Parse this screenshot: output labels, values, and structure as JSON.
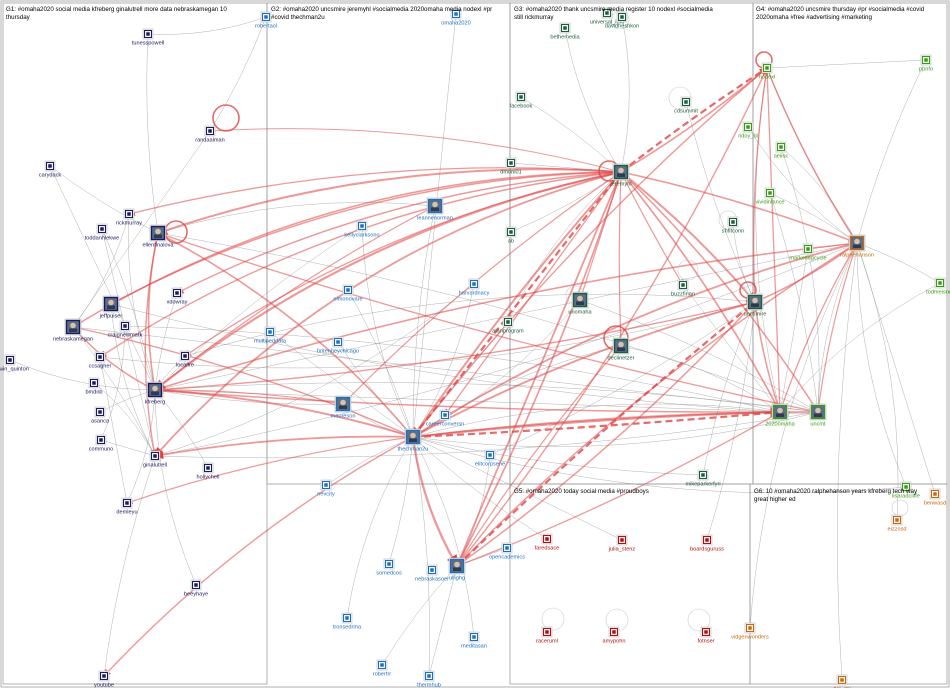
{
  "groups": [
    {
      "id": "G1",
      "label": "G1: #omaha2020 social media kfreberg ginalutrell more data nebraskamegan 10 thursday",
      "color": "#1a1a5e"
    },
    {
      "id": "G2",
      "label": "G2: #omaha2020 uncsmire jeremyhl #socialmedia 2020omaha media nodexl #pr #covid thechman2u",
      "color": "#1f6fbf"
    },
    {
      "id": "G3",
      "label": "G3: #omaha2020 thank uncsmire media register 10 nodexl #socialmedia still rickmurray",
      "color": "#1b5e3b"
    },
    {
      "id": "G4",
      "label": "G4: #omaha2020 uncsmire thursday #pr #socialmedia #covid 2020omaha #free #advertising #marketing",
      "color": "#3a9a1a"
    },
    {
      "id": "G5",
      "label": "G5: #omaha2020 today social media #proudboys",
      "color": "#b01010"
    },
    {
      "id": "G6",
      "label": "G6: 10 #omaha2020 ralphehanson years kfreberg tech way great higher ed",
      "color": "#c46a10"
    }
  ],
  "nodes": [
    {
      "id": "robertaol",
      "label": "robertaol",
      "group": "G2"
    },
    {
      "id": "tunesspowell",
      "label": "tunesspowell",
      "group": "G1"
    },
    {
      "id": "randaalman",
      "label": "randaalman",
      "group": "G1"
    },
    {
      "id": "carydack",
      "label": "carydack",
      "group": "G1"
    },
    {
      "id": "rickmurray",
      "label": "rickmurray",
      "group": "G1"
    },
    {
      "id": "toddanhlekwe",
      "label": "toddanhlekwe",
      "group": "G1"
    },
    {
      "id": "ellenfinalova",
      "label": "ellenfinalova",
      "group": "G1"
    },
    {
      "id": "xdowray",
      "label": "xdowray",
      "group": "G1"
    },
    {
      "id": "jeffpuiser",
      "label": "jeffpuiser",
      "group": "G1"
    },
    {
      "id": "craignewmark",
      "label": "craignewmark",
      "group": "G1"
    },
    {
      "id": "nebraskamegan",
      "label": "nebraskamegan",
      "group": "G1"
    },
    {
      "id": "ccsagher",
      "label": "ccsagher",
      "group": "G1"
    },
    {
      "id": "locaflre",
      "label": "locaflre",
      "group": "G1"
    },
    {
      "id": "corwin_quinton",
      "label": "corwin_quinton",
      "group": "G1"
    },
    {
      "id": "bmdnb",
      "label": "bmdnb",
      "group": "G1"
    },
    {
      "id": "kfreberg",
      "label": "kfreberg",
      "group": "G1"
    },
    {
      "id": "asanca",
      "label": "asanca",
      "group": "G1"
    },
    {
      "id": "communo",
      "label": "communo",
      "group": "G1"
    },
    {
      "id": "ginalutrell",
      "label": "ginalutrell",
      "group": "G1"
    },
    {
      "id": "hollychell",
      "label": "hollychell",
      "group": "G1"
    },
    {
      "id": "demleyu",
      "label": "demleyu",
      "group": "G1"
    },
    {
      "id": "beeyhaye",
      "label": "beeyhaye",
      "group": "G1"
    },
    {
      "id": "youtube",
      "label": "youtube",
      "group": "G1"
    },
    {
      "id": "omaha2020",
      "label": "omaha2020",
      "group": "G2"
    },
    {
      "id": "leannenorman",
      "label": "leannenorman",
      "group": "G2"
    },
    {
      "id": "kellyclarksono",
      "label": "kellyclarksono",
      "group": "G2"
    },
    {
      "id": "harvardnacy",
      "label": "harvardnacy",
      "group": "G2"
    },
    {
      "id": "elmonovare",
      "label": "elmonovare",
      "group": "G2"
    },
    {
      "id": "multipeddata",
      "label": "multipeddata",
      "group": "G2"
    },
    {
      "id": "britenheychicago",
      "label": "britenheychicago",
      "group": "G2"
    },
    {
      "id": "maureson",
      "label": "maureson",
      "group": "G2"
    },
    {
      "id": "careerconversn",
      "label": "careerconversn",
      "group": "G2"
    },
    {
      "id": "thechman2u",
      "label": "thechman2u",
      "group": "G2"
    },
    {
      "id": "elitcorpsene",
      "label": "elitcorpsene",
      "group": "G2"
    },
    {
      "id": "nevcity",
      "label": "nevcity",
      "group": "G2"
    },
    {
      "id": "opencademics",
      "label": "opencademics",
      "group": "G2"
    },
    {
      "id": "ullighg",
      "label": "ullighg",
      "group": "G2"
    },
    {
      "id": "nebraskasoer",
      "label": "nebraskasoer",
      "group": "G2"
    },
    {
      "id": "somedcos",
      "label": "somedcos",
      "group": "G2"
    },
    {
      "id": "meditasan",
      "label": "meditasan",
      "group": "G2"
    },
    {
      "id": "tronsedrma",
      "label": "tronsedrma",
      "group": "G2"
    },
    {
      "id": "robertrr",
      "label": "robertrr",
      "group": "G2"
    },
    {
      "id": "thermhub",
      "label": "thermhub",
      "group": "G2"
    },
    {
      "id": "bethemedia",
      "label": "bethemedia",
      "group": "G3"
    },
    {
      "id": "universal_info",
      "label": "universal_info",
      "group": "G3"
    },
    {
      "id": "davidheshkon",
      "label": "davidheshkon",
      "group": "G3"
    },
    {
      "id": "facebook",
      "label": "facebook",
      "group": "G3"
    },
    {
      "id": "cdsummit",
      "label": "cdsummit",
      "group": "G3"
    },
    {
      "id": "dmoni01",
      "label": "dmoni01",
      "group": "G3"
    },
    {
      "id": "jeremyhl",
      "label": "jeremyhl",
      "group": "G3"
    },
    {
      "id": "ab",
      "label": "ab",
      "group": "G3"
    },
    {
      "id": "shfitconn",
      "label": "shfitconn",
      "group": "G3"
    },
    {
      "id": "buzzfinan",
      "label": "buzzfinan",
      "group": "G3"
    },
    {
      "id": "unomaha",
      "label": "unomaha",
      "group": "G3"
    },
    {
      "id": "alanprogram",
      "label": "alanprogram",
      "group": "G3"
    },
    {
      "id": "declinetzer",
      "label": "declinetzer",
      "group": "G3"
    },
    {
      "id": "uncsmire",
      "label": "uncsmire",
      "group": "G3"
    },
    {
      "id": "mikeparkerfyri",
      "label": "mikeparkerfyri",
      "group": "G3"
    },
    {
      "id": "nodexl",
      "label": "nodexl",
      "group": "G4"
    },
    {
      "id": "ppnfo",
      "label": "ppnfo",
      "group": "G4"
    },
    {
      "id": "ridoy_bl",
      "label": "ridoy_bl",
      "group": "G4"
    },
    {
      "id": "aeiinc",
      "label": "aeiinc",
      "group": "G4"
    },
    {
      "id": "vividinfance",
      "label": "vividinfance",
      "group": "G4"
    },
    {
      "id": "marketingcycle",
      "label": "marketingcycle",
      "group": "G4"
    },
    {
      "id": "ralphehanson",
      "label": "ralphehanson",
      "group": "G6"
    },
    {
      "id": "todmeisner",
      "label": "todmeisner",
      "group": "G4"
    },
    {
      "id": "omaha2020b",
      "label": "2020omaha",
      "group": "G4"
    },
    {
      "id": "uncmt",
      "label": "uncmt",
      "group": "G4"
    },
    {
      "id": "lisaradcliffe",
      "label": "lisaradcliffe",
      "group": "G4"
    },
    {
      "id": "faredsace",
      "label": "faredsace",
      "group": "G5"
    },
    {
      "id": "julia_stenz",
      "label": "julia_stenz",
      "group": "G5"
    },
    {
      "id": "boardsguruss",
      "label": "boardsguruss",
      "group": "G5"
    },
    {
      "id": "raceruml",
      "label": "raceruml",
      "group": "G5"
    },
    {
      "id": "amypohn",
      "label": "amypohn",
      "group": "G5"
    },
    {
      "id": "fotnser",
      "label": "fotnser",
      "group": "G5"
    },
    {
      "id": "eizzosd",
      "label": "eizzosd",
      "group": "G6"
    },
    {
      "id": "vidgenwonders",
      "label": "vidgenwonders",
      "group": "G6"
    },
    {
      "id": "del_jmi",
      "label": "del_jmi",
      "group": "G6"
    },
    {
      "id": "benwasd",
      "label": "benwasd",
      "group": "G6"
    }
  ]
}
